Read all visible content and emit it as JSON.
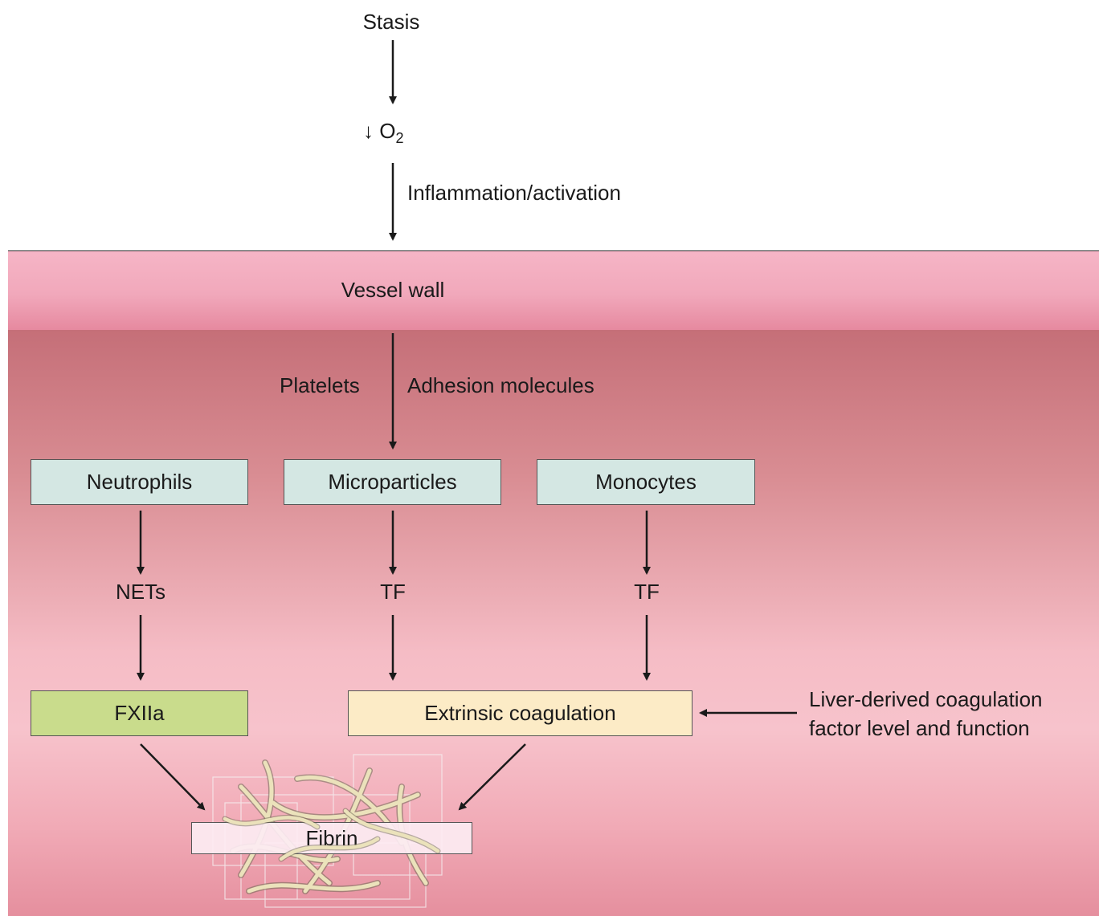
{
  "top": {
    "stasis": "Stasis",
    "o2_arrow": "↓",
    "o2_base": "O",
    "o2_sub": "2",
    "inflammation": "Inflammation/activation"
  },
  "vessel_wall": "Vessel wall",
  "lumen": {
    "platelets": "Platelets",
    "adhesion": "Adhesion molecules"
  },
  "cells": {
    "neutrophils": "Neutrophils",
    "microparticles": "Microparticles",
    "monocytes": "Monocytes"
  },
  "intermediates": {
    "nets": "NETs",
    "tf1": "TF",
    "tf2": "TF"
  },
  "pathways": {
    "fxiia": "FXIIa",
    "extrinsic": "Extrinsic coagulation"
  },
  "liver": {
    "line1": "Liver-derived coagulation",
    "line2": "factor level and function"
  },
  "fibrin": "Fibrin",
  "colors": {
    "vessel_wall": "#f4afc1",
    "lumen_top": "#c56f78",
    "cell_box": "#d4e7e3",
    "fxiia_box": "#c9dc8c",
    "extrinsic_box": "#fcebc6",
    "fibrin_strand": "#e8dfb4"
  }
}
